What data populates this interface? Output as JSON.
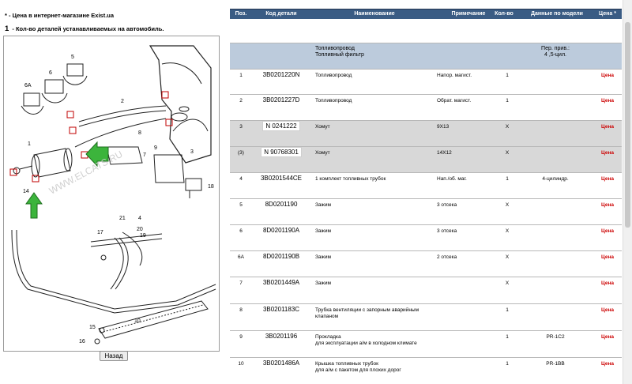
{
  "legend": {
    "price_marker": "* - Цена в интернет-магазине Exist.ua",
    "qty_number": "1",
    "qty_text": "- Кол-во деталей устанавливаемых на автомобиль."
  },
  "diagram": {
    "callouts": [
      "5",
      "6",
      "6A",
      "2",
      "8",
      "7",
      "3",
      "9",
      "18",
      "1",
      "14",
      "21",
      "4",
      "20",
      "19",
      "17",
      "15",
      "16",
      "10"
    ],
    "watermark": "WWW.ELCATS.RU"
  },
  "back_button": "Назад",
  "table": {
    "headers": {
      "pos": "Поз.",
      "code": "Код детали",
      "name": "Наименование",
      "note": "Примечание",
      "qty": "Кол-во",
      "model": "Данные по модели",
      "price": "Цена *"
    },
    "group": {
      "name_line1": "Топливопровод",
      "name_line2": "Топливный фильтр",
      "model_line1": "Пер. прив.:",
      "model_line2": "4 ,5-цил."
    },
    "rows": [
      {
        "pos": "1",
        "code": "3B0201220N",
        "name": "Топливопровод",
        "name2": "",
        "note": "Напор. магист.",
        "qty": "1",
        "model": "",
        "price": "Цена",
        "style": "white"
      },
      {
        "pos": "2",
        "code": "3B0201227D",
        "name": "Топливопровод",
        "name2": "",
        "note": "Обрат. магист.",
        "qty": "1",
        "model": "",
        "price": "Цена",
        "style": "white"
      },
      {
        "pos": "3",
        "code": "N  0241222",
        "name": "Хомут",
        "name2": "",
        "note": "9X13",
        "qty": "X",
        "model": "",
        "price": "Цена",
        "style": "gray"
      },
      {
        "pos": "(3)",
        "code": "N  90768301",
        "name": "Хомут",
        "name2": "",
        "note": "14X12",
        "qty": "X",
        "model": "",
        "price": "Цена",
        "style": "gray"
      },
      {
        "pos": "4",
        "code": "3B0201544CE",
        "name": "1 комплект топливных трубок",
        "name2": "",
        "note": "Нап./об. маг.",
        "qty": "1",
        "model": "4-цилиндр.",
        "price": "Цена",
        "style": "white"
      },
      {
        "pos": "5",
        "code": "8D0201190",
        "name": "Зажим",
        "name2": "",
        "note": "3 отсека",
        "qty": "X",
        "model": "",
        "price": "Цена",
        "style": "white"
      },
      {
        "pos": "6",
        "code": "8D0201190A",
        "name": "Зажим",
        "name2": "",
        "note": "3 отсека",
        "qty": "X",
        "model": "",
        "price": "Цена",
        "style": "white"
      },
      {
        "pos": "6A",
        "code": "8D0201190B",
        "name": "Зажим",
        "name2": "",
        "note": "2 отсека",
        "qty": "X",
        "model": "",
        "price": "Цена",
        "style": "white"
      },
      {
        "pos": "7",
        "code": "3B0201449A",
        "name": "Зажим",
        "name2": "",
        "note": "",
        "qty": "X",
        "model": "",
        "price": "Цена",
        "style": "white"
      },
      {
        "pos": "8",
        "code": "3B0201183C",
        "name": "Трубка вентиляции с запорным аварийным",
        "name2": "клапаном",
        "note": "",
        "qty": "1",
        "model": "",
        "price": "Цена",
        "style": "white"
      },
      {
        "pos": "9",
        "code": "3B0201196",
        "name": "Прокладка",
        "name2": "для эксплуатации а/м в холодном климате",
        "note": "",
        "qty": "1",
        "model": "PR-1C2",
        "price": "Цена",
        "style": "white"
      },
      {
        "pos": "10",
        "code": "3B0201486A",
        "name": "Крышка топливных трубок",
        "name2": "для а/м с пакетом для плохих дорог",
        "note": "",
        "qty": "1",
        "model": "PR-1BB",
        "price": "Цена",
        "style": "white"
      }
    ]
  }
}
